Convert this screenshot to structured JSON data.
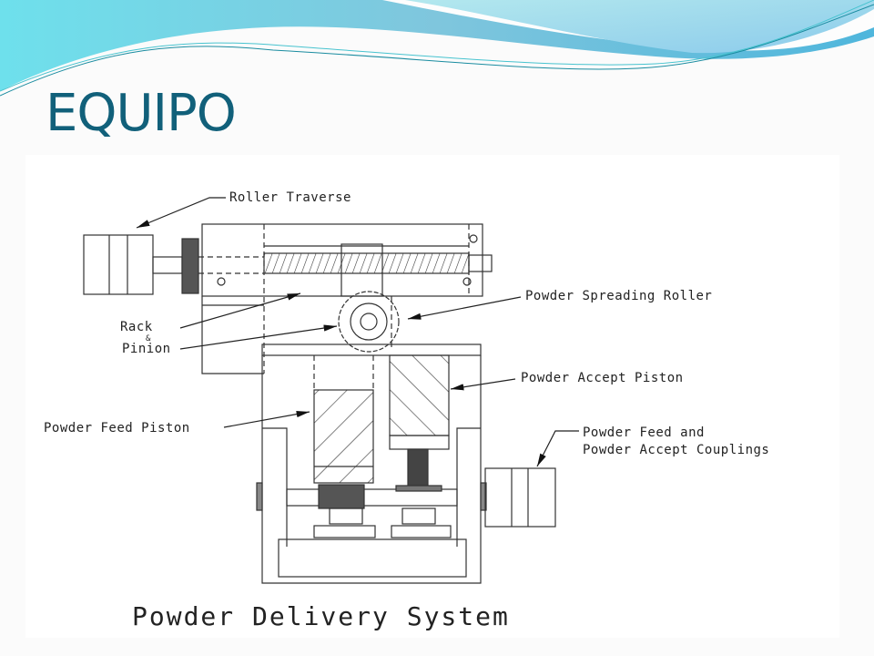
{
  "slide": {
    "title": "EQUIPO",
    "accent_color": "#11607a"
  },
  "diagram": {
    "caption": "Powder Delivery System",
    "labels": {
      "roller_traverse": "Roller Traverse",
      "rack": "Rack",
      "ampersand": "&",
      "pinion": "Pinion",
      "spreading_roller": "Powder Spreading Roller",
      "accept_piston": "Powder Accept Piston",
      "feed_piston": "Powder Feed Piston",
      "couplings_line1": "Powder Feed and",
      "couplings_line2": "Powder Accept Couplings"
    }
  }
}
